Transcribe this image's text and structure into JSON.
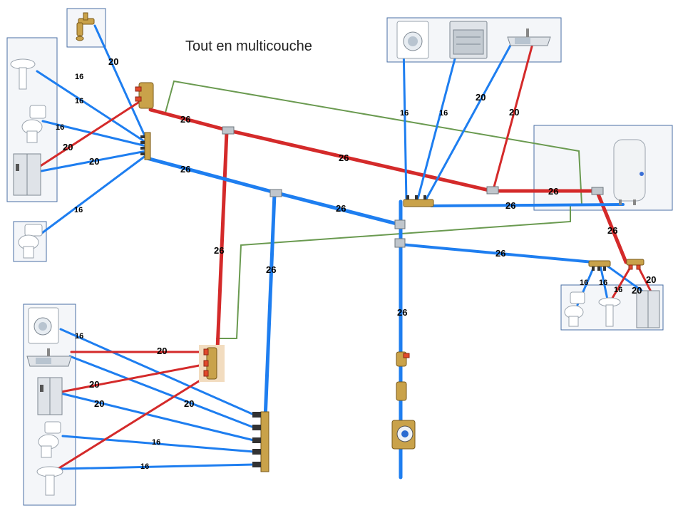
{
  "title": "Tout en multicouche",
  "colors": {
    "cold": "#1e7ef0",
    "hot": "#d42a2a",
    "return": "#6a9a50",
    "frame": "#4a6fa5"
  },
  "icons": {
    "faucet": "faucet-icon",
    "washbasin": "washbasin-icon",
    "toilet": "toilet-icon",
    "shower": "shower-icon",
    "washing_machine": "washing-machine-icon",
    "dishwasher": "dishwasher-icon",
    "sink": "sink-icon",
    "water_heater": "water-heater-icon",
    "manifold": "manifold-icon",
    "water_meter": "water-meter-icon",
    "pressure_reducer": "pressure-reducer-icon",
    "filter": "filter-icon"
  },
  "labels": {
    "l1": "20",
    "l2": "16",
    "l3": "16",
    "l4": "16",
    "l5": "20",
    "l6": "20",
    "l7": "16",
    "l8": "26",
    "l9": "26",
    "l10": "26",
    "l11": "26",
    "l12": "26",
    "l13": "26",
    "l14": "26",
    "l15": "16",
    "l16": "16",
    "l17": "20",
    "l18": "20",
    "l19": "26",
    "l20": "26",
    "l21": "26",
    "l22": "26",
    "l23": "16",
    "l24": "16",
    "l25": "16",
    "l26": "20",
    "l27": "20",
    "l28": "16",
    "l29": "20",
    "l30": "20",
    "l31": "20",
    "l32": "16",
    "l33": "16"
  }
}
